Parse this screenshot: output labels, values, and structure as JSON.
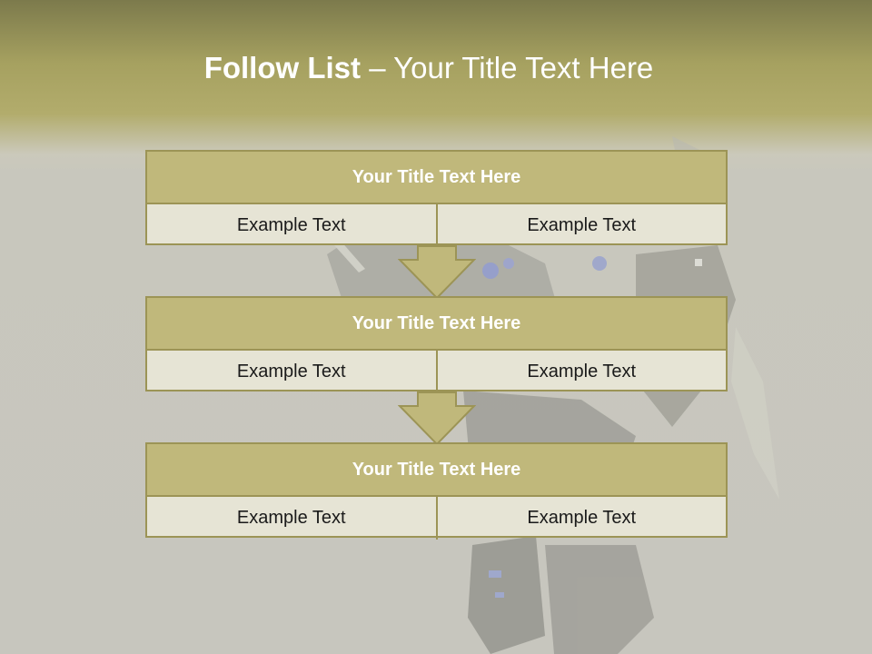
{
  "slide": {
    "title_bold": "Follow List",
    "title_rest": " – Your Title Text Here"
  },
  "steps": [
    {
      "title": "Your Title Text Here",
      "left": "Example Text",
      "right": "Example Text"
    },
    {
      "title": "Your Title Text Here",
      "left": "Example Text",
      "right": "Example Text"
    },
    {
      "title": "Your Title Text Here",
      "left": "Example Text",
      "right": "Example Text"
    }
  ],
  "colors": {
    "header_band": "#a6a160",
    "box_header": "#c0b87b",
    "box_body": "#e6e4d5",
    "border": "#9c9456",
    "background": "#c7c6be"
  }
}
